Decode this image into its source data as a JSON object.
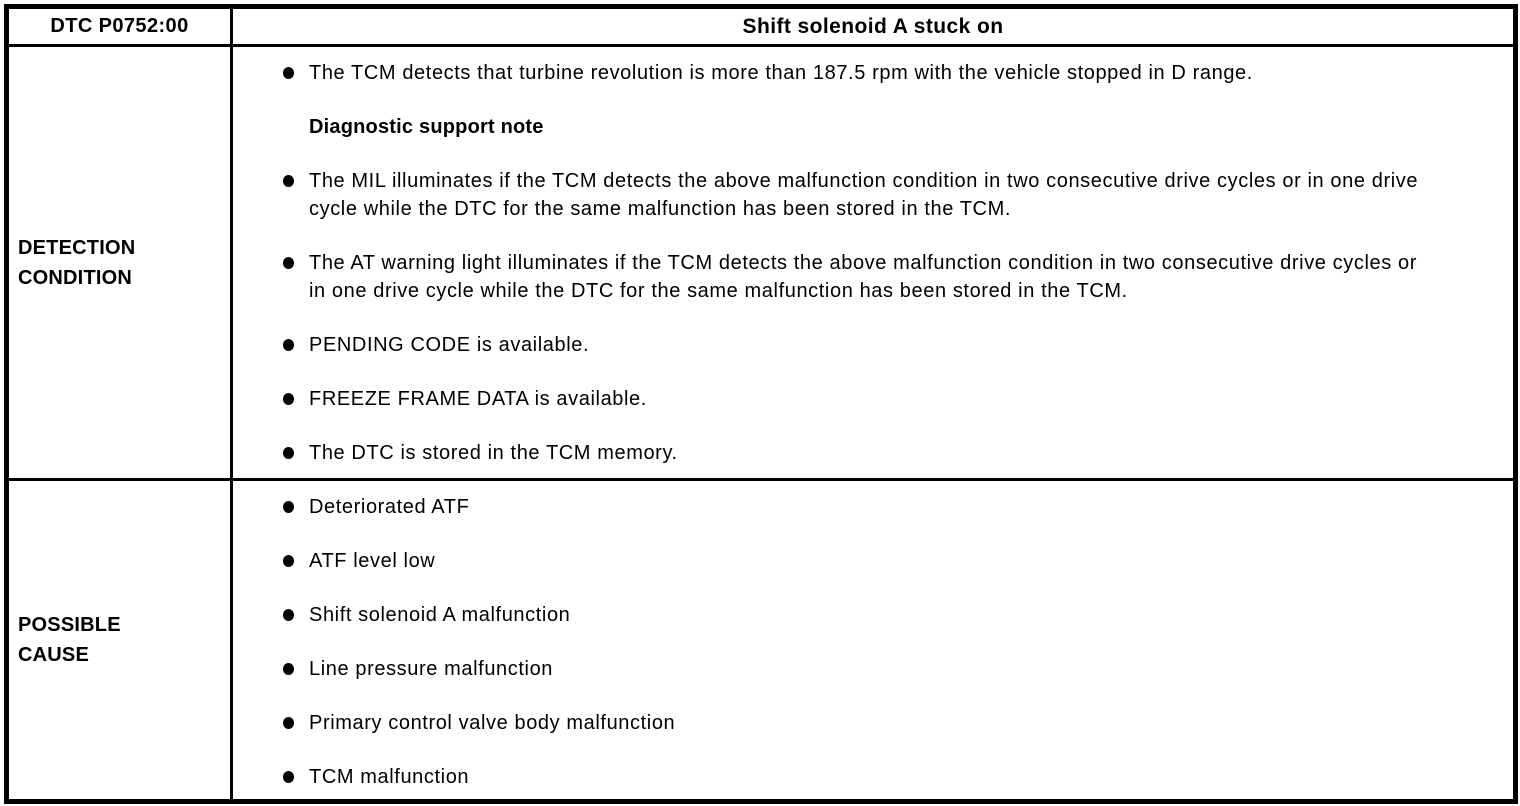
{
  "colors": {
    "border": "#000000",
    "background": "#ffffff",
    "text": "#000000"
  },
  "table": {
    "header": {
      "code": "DTC P0752:00",
      "title": "Shift solenoid A stuck on"
    },
    "detection_condition": {
      "label": "DETECTION\nCONDITION",
      "items": [
        {
          "type": "bullet",
          "text": "The TCM detects that turbine revolution is more than 187.5 rpm with the vehicle stopped in D range."
        },
        {
          "type": "heading",
          "text": "Diagnostic support note"
        },
        {
          "type": "bullet",
          "text": "The MIL illuminates if the TCM detects the above malfunction condition in two consecutive drive cycles or in one drive cycle while the DTC for the same malfunction has been stored in the TCM."
        },
        {
          "type": "bullet",
          "text": "The AT warning light illuminates if the TCM detects the above malfunction condition in two consecutive drive cycles or in one drive cycle while the DTC for the same malfunction has been stored in the TCM."
        },
        {
          "type": "bullet",
          "text": "PENDING CODE is available."
        },
        {
          "type": "bullet",
          "text": "FREEZE FRAME DATA is available."
        },
        {
          "type": "bullet",
          "text": "The DTC is stored in the TCM memory."
        }
      ]
    },
    "possible_cause": {
      "label": "POSSIBLE\nCAUSE",
      "items": [
        {
          "type": "bullet",
          "text": "Deteriorated ATF"
        },
        {
          "type": "bullet",
          "text": "ATF level low"
        },
        {
          "type": "bullet",
          "text": "Shift solenoid A malfunction"
        },
        {
          "type": "bullet",
          "text": "Line pressure malfunction"
        },
        {
          "type": "bullet",
          "text": "Primary control valve body malfunction"
        },
        {
          "type": "bullet",
          "text": "TCM malfunction"
        }
      ]
    }
  }
}
